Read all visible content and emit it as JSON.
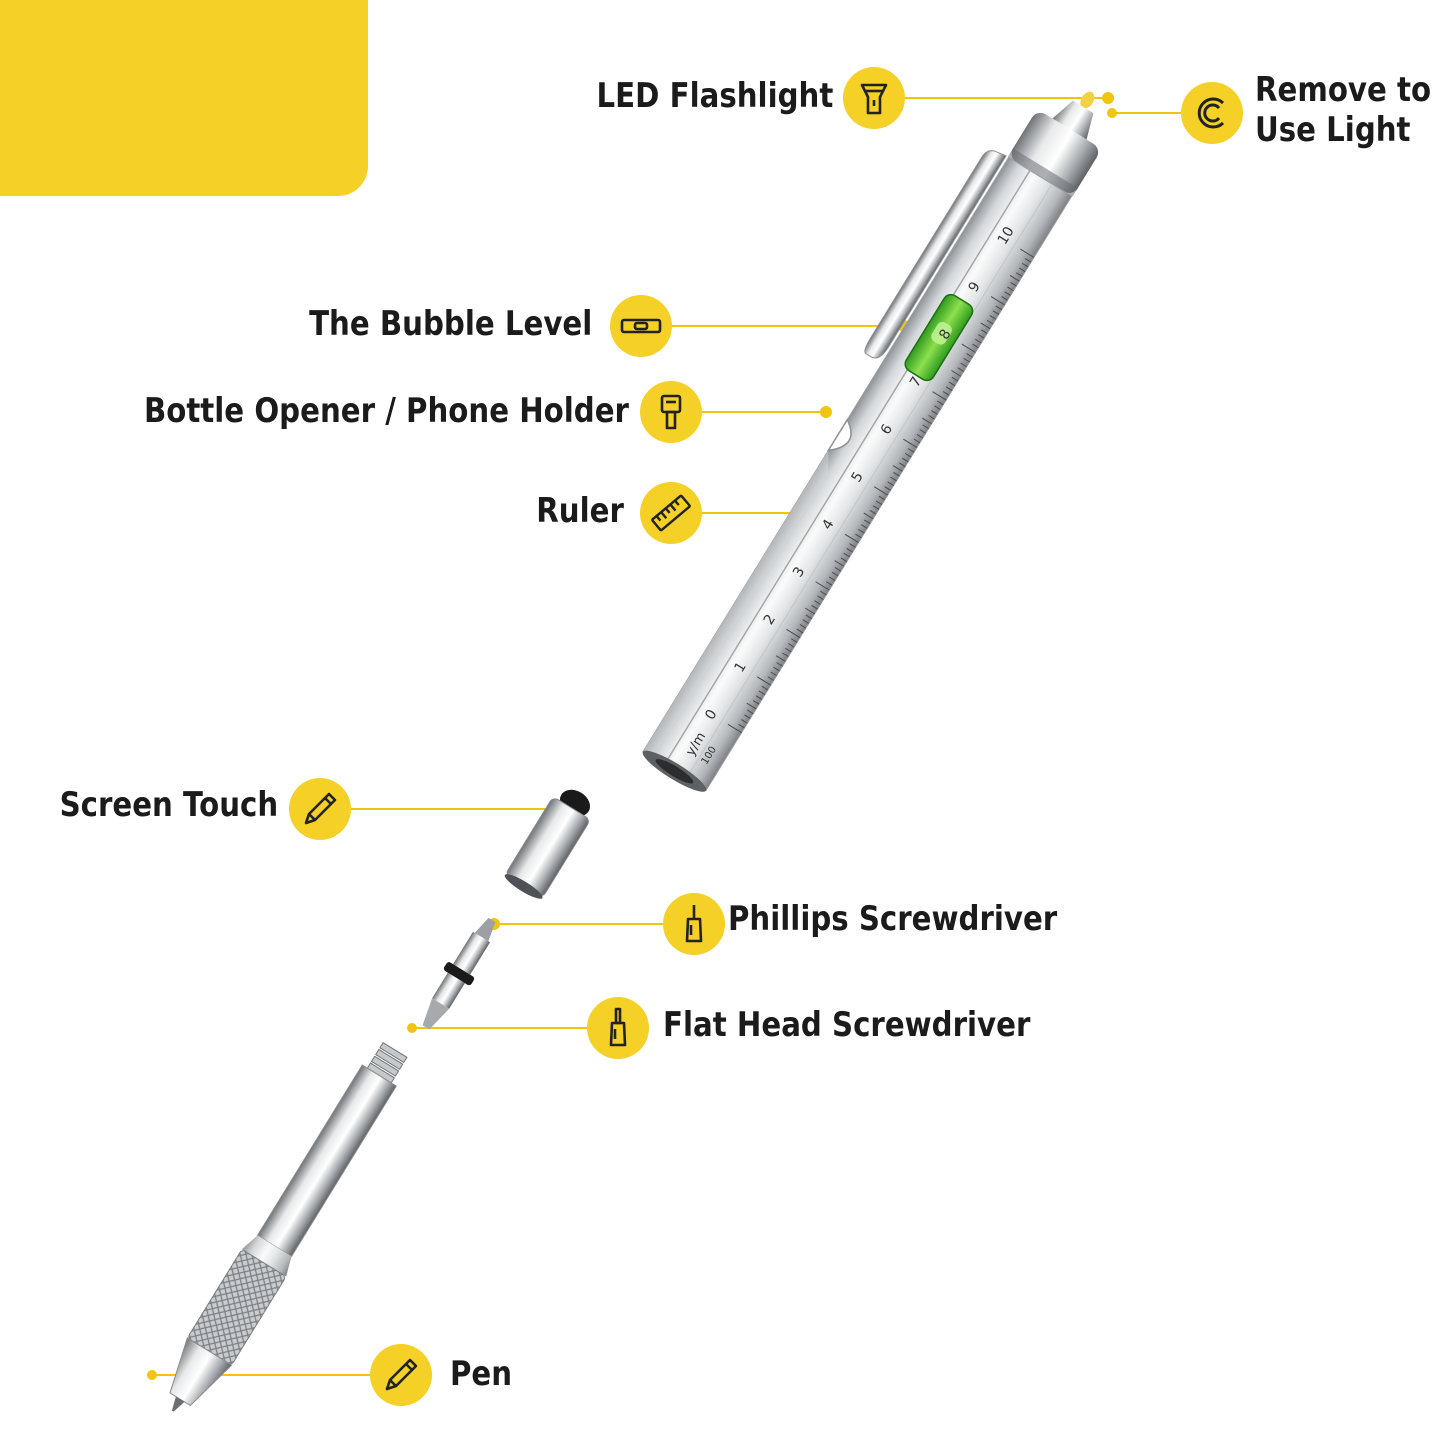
{
  "accent_color": "#f5d026",
  "line_color": "#f1c40f",
  "labels": {
    "led_flashlight": "LED Flashlight",
    "remove_to_use_light_line1": "Remove to",
    "remove_to_use_light_line2": "Use Light",
    "bubble_level": "The Bubble Level",
    "bottle_opener": "Bottle Opener / Phone Holder",
    "ruler": "Ruler",
    "screen_touch": "Screen Touch",
    "phillips_screwdriver": "Phillips Screwdriver",
    "flat_head_screwdriver": "Flat Head Screwdriver",
    "pen": "Pen"
  },
  "ruler_unit_label": "y/m",
  "ruler_unit_sub": "100",
  "ruler_numbers": [
    "0",
    "1",
    "2",
    "3",
    "4",
    "5",
    "6",
    "7",
    "8",
    "9",
    "10"
  ],
  "icons": {
    "led_flashlight": "flashlight-icon",
    "remove_to_use_light": "cap-icon",
    "bubble_level": "level-icon",
    "bottle_opener": "opener-icon",
    "ruler": "ruler-icon",
    "screen_touch": "stylus-icon",
    "phillips_screwdriver": "phillips-screwdriver-icon",
    "flat_head_screwdriver": "flat-screwdriver-icon",
    "pen": "pen-icon"
  }
}
